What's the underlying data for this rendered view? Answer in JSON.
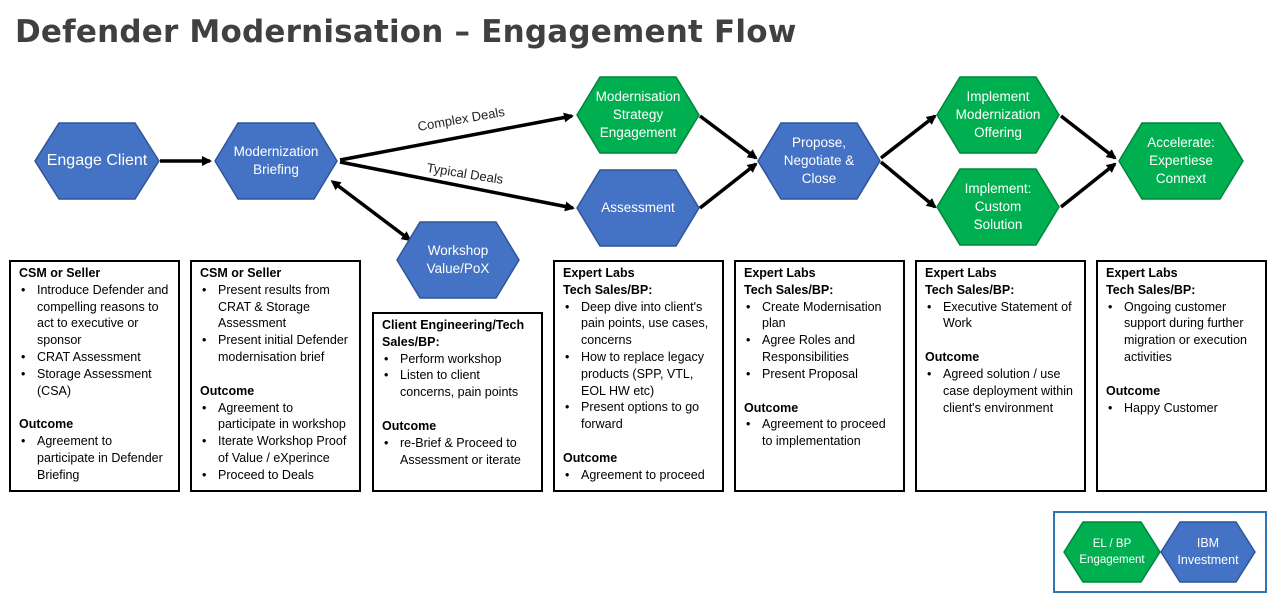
{
  "title": "Defender Modernisation – Engagement Flow",
  "colors": {
    "blue": "#4472c4",
    "blue_stroke": "#2f5597",
    "green": "#00b050",
    "green_stroke": "#00853c",
    "legend_border": "#2e75b6"
  },
  "hexes": {
    "engage": "Engage Client",
    "briefing": "Modernization\nBriefing",
    "strategy": "Modernisation\nStrategy\nEngagement",
    "assessment": "Assessment",
    "workshop": "Workshop\nValue/PoX",
    "propose": "Propose,\nNegotiate &\nClose",
    "implement_offering": "Implement\nModernization\nOffering",
    "implement_custom": "Implement:\nCustom\nSolution",
    "accelerate": "Accelerate:\nExpertiese\nConnext"
  },
  "edge_labels": {
    "complex": "Complex Deals",
    "typical": "Typical Deals"
  },
  "boxes": [
    {
      "head": "CSM or Seller",
      "items": [
        "Introduce Defender and compelling reasons to act to executive or sponsor",
        "CRAT Assessment",
        "Storage Assessment (CSA)"
      ],
      "outcome_label": "Outcome",
      "outcomes": [
        "Agreement to participate in Defender Briefing"
      ]
    },
    {
      "head": "CSM or Seller",
      "items": [
        "Present results from CRAT & Storage Assessment",
        "Present initial Defender modernisation brief"
      ],
      "outcome_label": "Outcome",
      "outcomes": [
        "Agreement to participate in workshop",
        "Iterate Workshop Proof of Value / eXperince",
        "Proceed to Deals"
      ]
    },
    {
      "head": "Client Engineering/Tech Sales/BP:",
      "items": [
        "Perform workshop",
        "Listen to client concerns, pain points"
      ],
      "outcome_label": "Outcome",
      "outcomes": [
        "re-Brief & Proceed to Assessment or iterate"
      ]
    },
    {
      "head": "Expert Labs\nTech Sales/BP:",
      "items": [
        "Deep dive into client's pain points, use cases, concerns",
        "How to replace legacy products (SPP, VTL, EOL HW etc)",
        "Present options to go forward"
      ],
      "outcome_label": "Outcome",
      "outcomes": [
        "Agreement to proceed"
      ]
    },
    {
      "head": "Expert Labs\nTech Sales/BP:",
      "items": [
        "Create Modernisation plan",
        "Agree Roles and Responsibilities",
        "Present Proposal"
      ],
      "outcome_label": "Outcome",
      "outcomes": [
        "Agreement to proceed to implementation"
      ]
    },
    {
      "head": "Expert Labs\nTech Sales/BP:",
      "items": [
        "Executive Statement of Work"
      ],
      "outcome_label": "Outcome",
      "outcomes": [
        "Agreed solution / use case deployment within client's environment"
      ]
    },
    {
      "head": "Expert Labs\nTech Sales/BP:",
      "items": [
        "Ongoing customer support during further migration or execution activities"
      ],
      "outcome_label": "Outcome",
      "outcomes": [
        "Happy Customer"
      ]
    }
  ],
  "legend": {
    "green_label": "EL / BP\nEngagement",
    "blue_label": "IBM\nInvestment"
  }
}
